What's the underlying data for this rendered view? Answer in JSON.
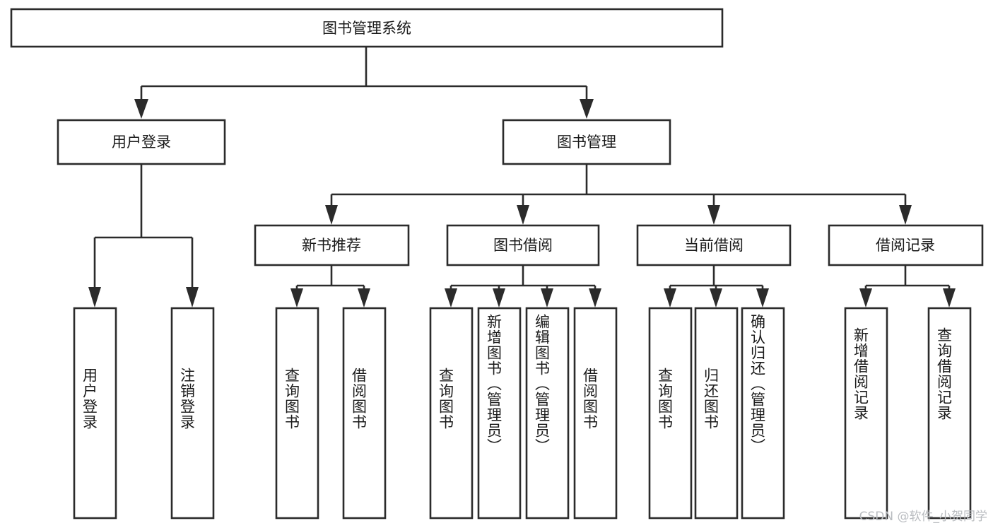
{
  "diagram": {
    "type": "tree-hierarchy",
    "title": "图书管理系统",
    "root": {
      "id": "root",
      "label": "图书管理系统",
      "orientation": "horizontal"
    },
    "level2": [
      {
        "id": "user-login",
        "label": "用户登录",
        "orientation": "horizontal"
      },
      {
        "id": "book-management",
        "label": "图书管理",
        "orientation": "horizontal"
      }
    ],
    "level3": [
      {
        "id": "new-book-recommend",
        "label": "新书推荐",
        "orientation": "horizontal"
      },
      {
        "id": "book-borrow",
        "label": "图书借阅",
        "orientation": "horizontal"
      },
      {
        "id": "current-borrow",
        "label": "当前借阅",
        "orientation": "horizontal"
      },
      {
        "id": "borrow-record",
        "label": "借阅记录",
        "orientation": "horizontal"
      }
    ],
    "leaves": {
      "user_login": [
        {
          "id": "leaf-user-login",
          "label": "用户登录"
        },
        {
          "id": "leaf-logout-login",
          "label": "注销登录"
        }
      ],
      "new_book_recommend": [
        {
          "id": "leaf-query-book-1",
          "label": "查询图书"
        },
        {
          "id": "leaf-borrow-book-1",
          "label": "借阅图书"
        }
      ],
      "book_borrow": [
        {
          "id": "leaf-query-book-2",
          "label": "查询图书"
        },
        {
          "id": "leaf-add-book",
          "label": "新增图书（管理员）"
        },
        {
          "id": "leaf-edit-book",
          "label": "编辑图书（管理员）"
        },
        {
          "id": "leaf-borrow-book-2",
          "label": "借阅图书"
        }
      ],
      "current_borrow": [
        {
          "id": "leaf-query-book-3",
          "label": "查询图书"
        },
        {
          "id": "leaf-return-book",
          "label": "归还图书"
        },
        {
          "id": "leaf-confirm-return",
          "label": "确认归还（管理员）"
        }
      ],
      "borrow_record": [
        {
          "id": "leaf-add-record",
          "label": "新增借阅记录"
        },
        {
          "id": "leaf-query-record",
          "label": "查询借阅记录"
        }
      ]
    },
    "colors": {
      "box_stroke": "#2b2b2b",
      "box_fill": "#ffffff",
      "text": "#1a1a1a",
      "connector": "#2b2b2b",
      "watermark": "#b9bcc0",
      "background": "#ffffff"
    }
  },
  "watermark": {
    "text": "CSDN @软件_小贺同学"
  }
}
